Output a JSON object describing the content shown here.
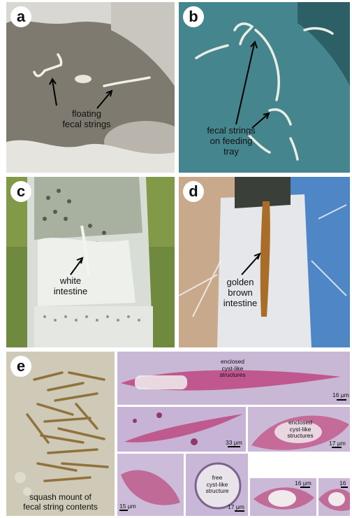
{
  "panels": {
    "a": {
      "letter": "a",
      "label": "floating\nfecal strings"
    },
    "b": {
      "letter": "b",
      "label": "fecal strings\non feeding\ntray"
    },
    "c": {
      "letter": "c",
      "label": "white\nintestine"
    },
    "d": {
      "letter": "d",
      "label": "golden\nbrown\nintestine"
    },
    "e": {
      "letter": "e",
      "label": "squash mount of\nfecal string contents",
      "micrographs": {
        "top": {
          "label": "enclosed\ncyst-like\nstructures",
          "scale": "16 μm"
        },
        "mid_left": {
          "scale": "33 μm"
        },
        "mid_right": {
          "label": "enclosed\ncyst-like\nstructures",
          "scale": "17 μm"
        },
        "bot1": {
          "scale": "15 μm"
        },
        "bot2": {
          "label": "free\ncyst-like\nstructure",
          "scale": "17 μm"
        },
        "bot3": {
          "scale": "16 μm"
        },
        "bot4": {
          "scale": "16"
        }
      }
    }
  }
}
